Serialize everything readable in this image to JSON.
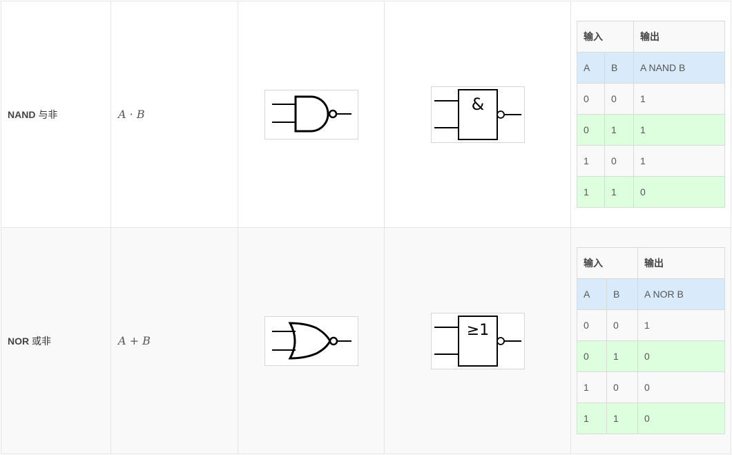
{
  "rows": [
    {
      "name_en": "NAND",
      "name_zh": "与非",
      "expression": "A · B",
      "iec_symbol": "&",
      "truth": {
        "input_header": "输入",
        "output_header": "输出",
        "col_a": "A",
        "col_b": "B",
        "col_out": "A NAND B",
        "rows": [
          [
            "0",
            "0",
            "1"
          ],
          [
            "0",
            "1",
            "1"
          ],
          [
            "1",
            "0",
            "1"
          ],
          [
            "1",
            "1",
            "0"
          ]
        ]
      }
    },
    {
      "name_en": "NOR",
      "name_zh": "或非",
      "expression": "A + B",
      "iec_symbol": "≥1",
      "truth": {
        "input_header": "输入",
        "output_header": "输出",
        "col_a": "A",
        "col_b": "B",
        "col_out": "A NOR B",
        "rows": [
          [
            "0",
            "0",
            "1"
          ],
          [
            "0",
            "1",
            "0"
          ],
          [
            "1",
            "0",
            "0"
          ],
          [
            "1",
            "1",
            "0"
          ]
        ]
      }
    }
  ],
  "colors": {
    "header_blue": "#d9ebfb",
    "row_green": "#ddffdd",
    "row_plain": "#f9f9f9",
    "border": "#e5e5e5"
  }
}
